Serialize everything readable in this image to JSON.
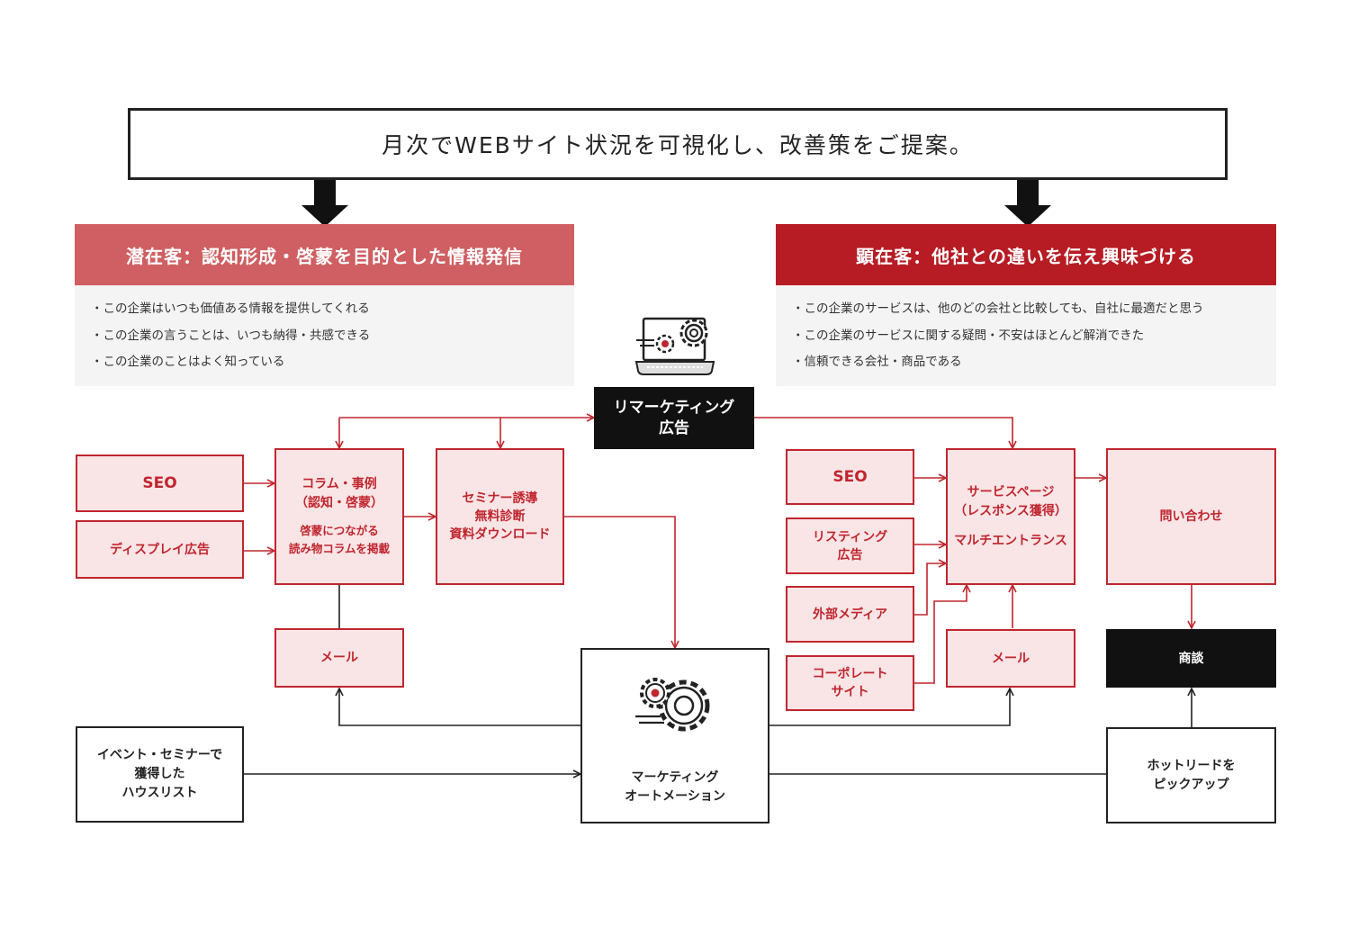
{
  "title": "月次でWEBサイト状況を可視化し、改善策をご提案。",
  "latent": {
    "heading": "潜在客：認知形成・啓蒙を目的とした情報発信",
    "color": "#cf5f62",
    "bullets": [
      "・この企業はいつも価値ある情報を提供してくれる",
      "・この企業の言うことは、いつも納得・共感できる",
      "・この企業のことはよく知っている"
    ]
  },
  "manifest": {
    "heading": "顕在客：他社との違いを伝え興味づける",
    "color": "#b71c24",
    "bullets": [
      "・この企業のサービスは、他のどの会社と比較しても、自社に最適だと思う",
      "・この企業のサービスに関する疑問・不安はほとんど解消できた",
      "・信頼できる会社・商品である"
    ]
  },
  "nodes": {
    "remarketing": "リマーケティング\n広告",
    "seo_left": "SEO",
    "display_ad": "ディスプレイ広告",
    "column_title": "コラム・事例\n（認知・啓蒙）",
    "column_sub": "啓蒙につながる\n読み物コラムを掲載",
    "seminar": "セミナー誘導\n無料診断\n資料ダウンロード",
    "mail_left": "メール",
    "event": "イベント・セミナーで\n獲得した\nハウスリスト",
    "ma": "マーケティング\nオートメーション",
    "seo_right": "SEO",
    "listing_ad": "リスティング\n広告",
    "external_media": "外部メディア",
    "corporate_site": "コーポレート\nサイト",
    "service_title": "サービスページ\n（レスポンス獲得）",
    "service_sub": "マルチエントランス",
    "mail_right": "メール",
    "inquiry": "問い合わせ",
    "negotiation": "商談",
    "hot_lead": "ホットリードを\nピックアップ"
  },
  "colors": {
    "accent": "#c0262f",
    "pink_fill": "#f9e5e6",
    "dark": "#111111"
  },
  "icons": [
    "laptop-gear-icon",
    "gears-icon"
  ]
}
